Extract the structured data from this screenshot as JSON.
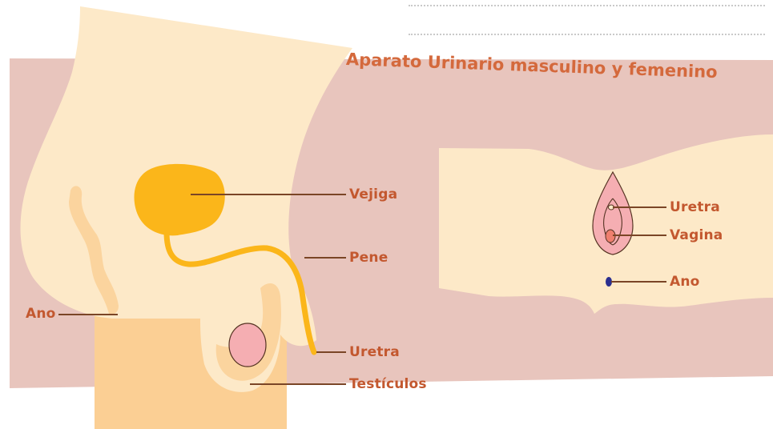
{
  "title": "Aparato Urinario masculino y femenino",
  "male_labels": {
    "bladder": "Vejiga",
    "penis": "Pene",
    "urethra": "Uretra",
    "testicles": "Testículos",
    "anus": "Ano"
  },
  "female_labels": {
    "urethra": "Uretra",
    "vagina": "Vagina",
    "anus": "Ano"
  },
  "colors": {
    "band": "#e8c5bd",
    "skin": "#fde9c8",
    "skin_shadow": "#fbd49e",
    "leg": "#fbcf94",
    "bladder": "#fbb61a",
    "pink": "#f5aeb2",
    "label": "#c3582f",
    "leader_line": "#7a4526",
    "anus_dot": "#2b2f8f"
  }
}
